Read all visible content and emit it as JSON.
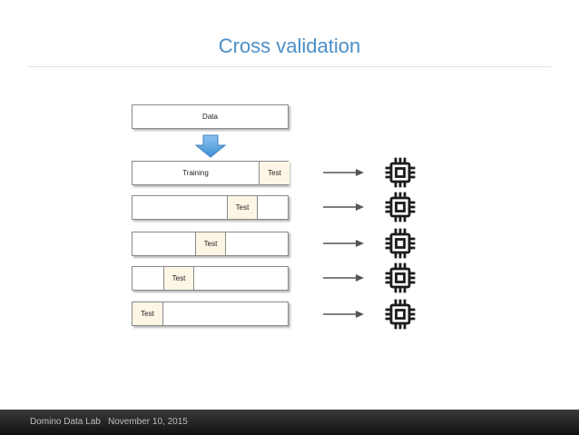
{
  "slide": {
    "title": "Cross validation"
  },
  "diagram": {
    "data_label": "Data",
    "training_label": "Training",
    "folds": [
      {
        "test_label": "Test"
      },
      {
        "test_label": "Test"
      },
      {
        "test_label": "Test"
      },
      {
        "test_label": "Test"
      },
      {
        "test_label": "Test"
      }
    ],
    "colors": {
      "test_fill": "#fdf6e6",
      "arrow_blue": "#5ba3e0",
      "title_blue": "#4a8fc8"
    },
    "icons": {
      "split_arrow": "down-arrow-icon",
      "flow_arrow": "right-arrow-icon",
      "model": "chip-icon"
    }
  },
  "footer": {
    "company": "Domino Data Lab",
    "date": "November 10, 2015"
  }
}
